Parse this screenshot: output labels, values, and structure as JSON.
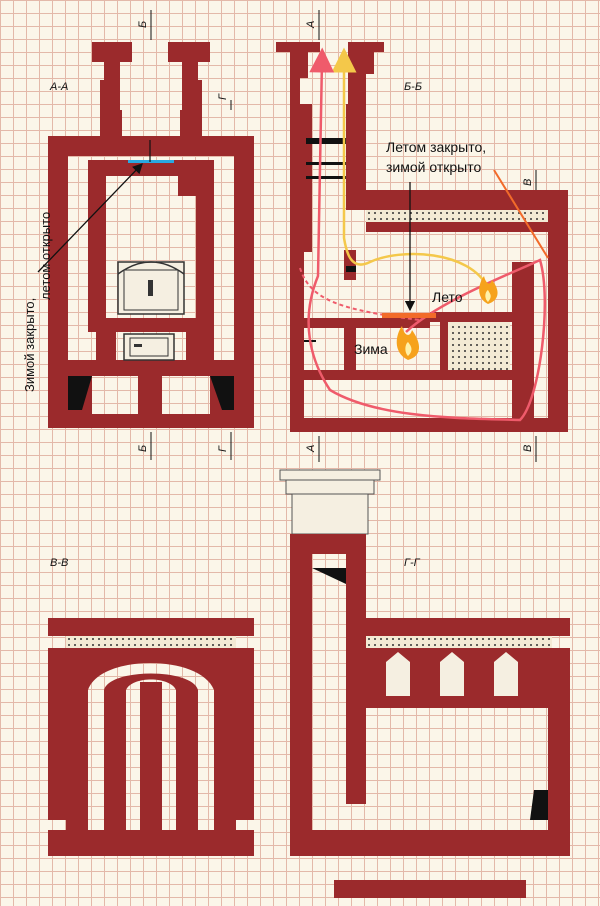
{
  "sections": {
    "aa": "А-А",
    "bb": "Б-Б",
    "vv": "В-В",
    "gg": "Г-Г"
  },
  "cut_marks": {
    "b": "Б",
    "g": "Г",
    "a": "А",
    "v": "В"
  },
  "notes": {
    "winter_closed_line1": "Зимой закрыто,",
    "winter_closed_line2": "летом открыто",
    "summer_closed_line1": "Летом закрыто,",
    "summer_closed_line2": "зимой открыто",
    "summer": "Лето",
    "winter": "Зима"
  },
  "colors": {
    "brick": "#9b2a2c",
    "summer_flow": "#f4c84a",
    "winter_flow": "#ef5b6b",
    "damper": "#f26b2a",
    "valve_blue": "#2aa8e0",
    "flame": "#f6a21c"
  }
}
